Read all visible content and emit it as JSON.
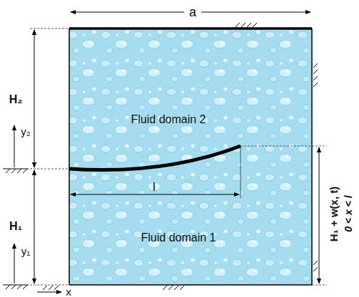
{
  "diagram": {
    "labels": [
      "a",
      "H₂",
      "Fluid domain 2",
      "y₂",
      "l",
      "H₁",
      "Fluid domain 1",
      "y₁",
      "x",
      "H₁ + w(x, t)",
      "0 < x < l"
    ]
  }
}
